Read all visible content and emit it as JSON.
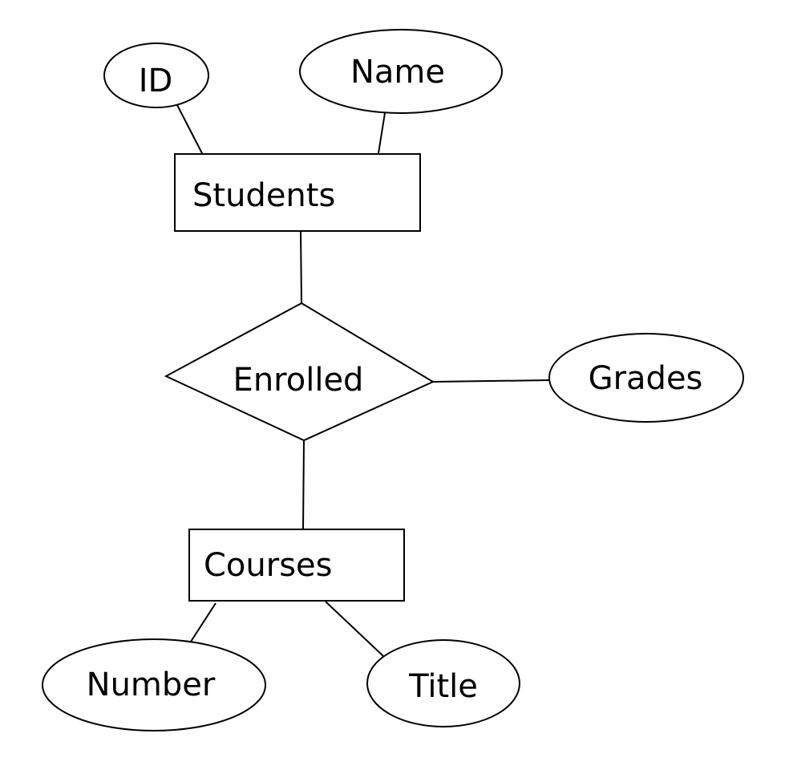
{
  "diagram": {
    "entities": {
      "students": "Students",
      "courses": "Courses"
    },
    "relationship": {
      "enrolled": "Enrolled"
    },
    "attributes": {
      "id": "ID",
      "name": "Name",
      "grades": "Grades",
      "number": "Number",
      "title": "Title"
    }
  }
}
